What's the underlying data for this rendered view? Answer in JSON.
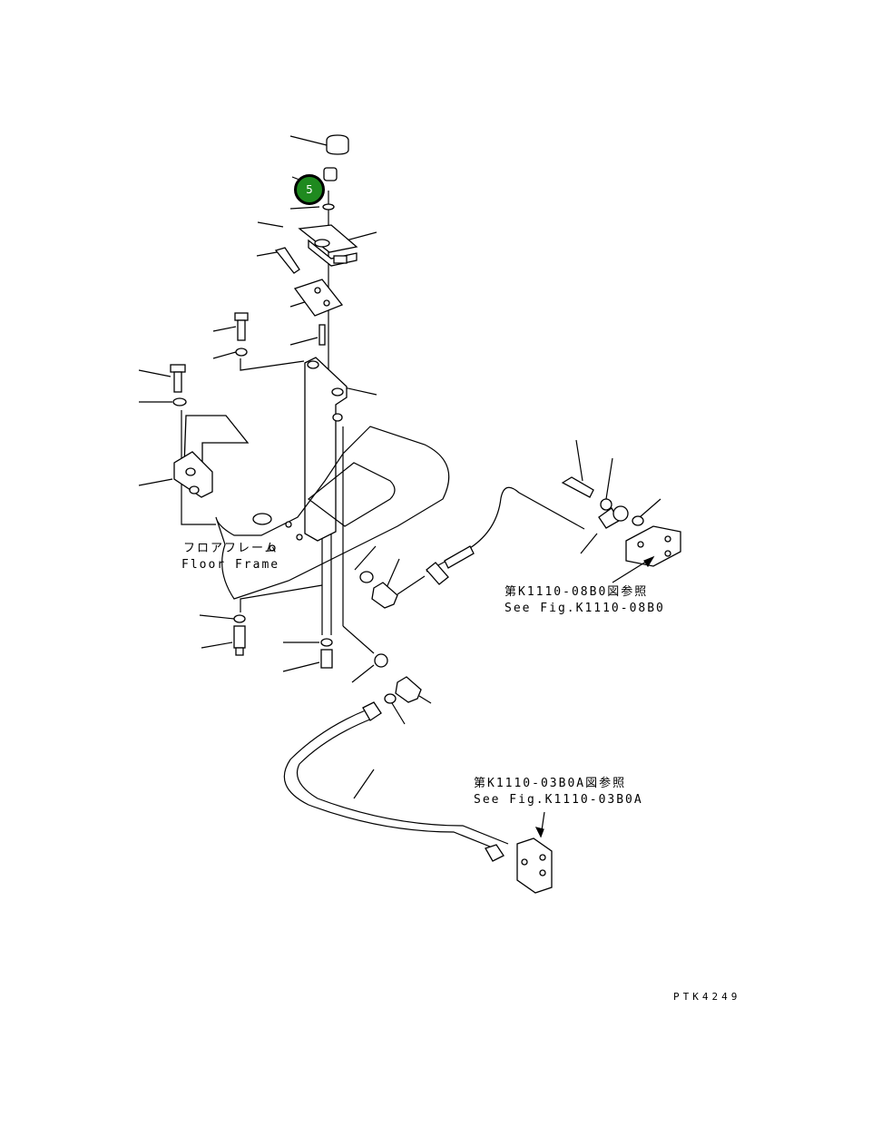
{
  "hotspot": {
    "label": "5",
    "color": "#1f8a1f"
  },
  "labels": {
    "floor_frame_jp": "フロアフレーム",
    "floor_frame_en": "Floor Frame",
    "ref1_jp": "第K1110-08B0図参照",
    "ref1_en": "See Fig.K1110-08B0",
    "ref2_jp": "第K1110-03B0A図参照",
    "ref2_en": "See Fig.K1110-03B0A",
    "drawing_no": "PTK4249"
  }
}
